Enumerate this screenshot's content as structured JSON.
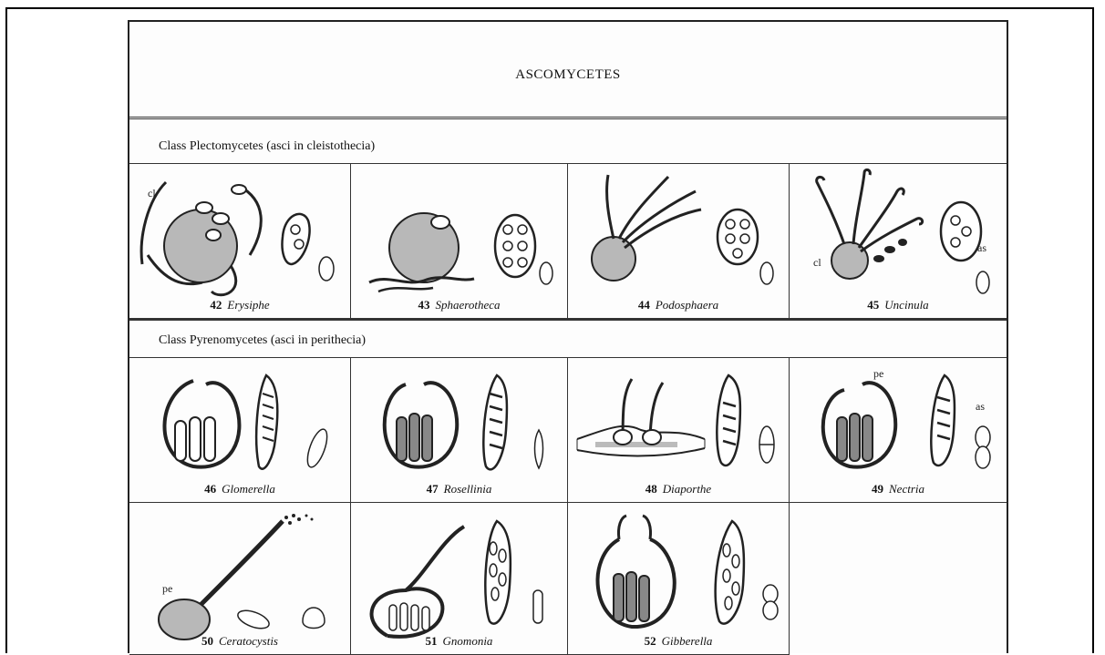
{
  "plate": {
    "title": "ASCOMYCETES",
    "classes": [
      "Class Plectomycetes (asci in cleistothecia)",
      "Class Pyrenomycetes (asci in perithecia)"
    ],
    "labels": {
      "cl": "cl",
      "as": "as",
      "pe": "pe"
    },
    "figures": [
      {
        "num": "42",
        "genus": "Erysiphe"
      },
      {
        "num": "43",
        "genus": "Sphaerotheca"
      },
      {
        "num": "44",
        "genus": "Podosphaera"
      },
      {
        "num": "45",
        "genus": "Uncinula"
      },
      {
        "num": "46",
        "genus": "Glomerella"
      },
      {
        "num": "47",
        "genus": "Rosellinia"
      },
      {
        "num": "48",
        "genus": "Diaporthe"
      },
      {
        "num": "49",
        "genus": "Nectria"
      },
      {
        "num": "50",
        "genus": "Ceratocystis"
      },
      {
        "num": "51",
        "genus": "Gnomonia"
      },
      {
        "num": "52",
        "genus": "Gibberella"
      }
    ]
  }
}
